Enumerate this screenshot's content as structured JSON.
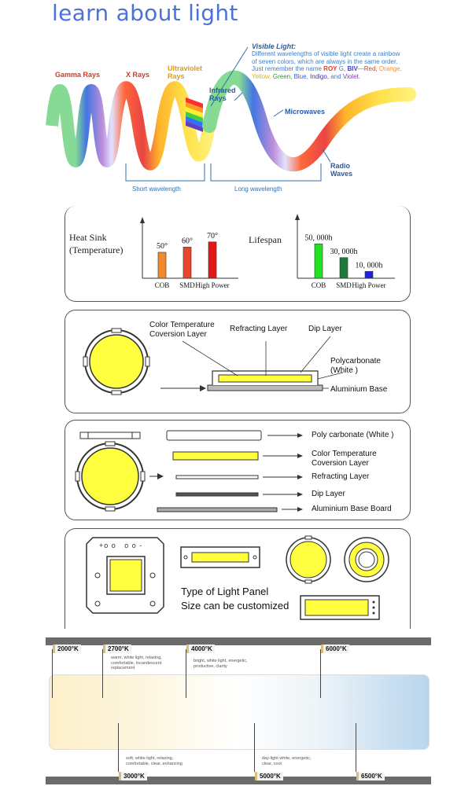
{
  "title": "learn about light",
  "spectrum": {
    "gamma": "Gamma Rays",
    "xray": "X Rays",
    "uv_line1": "Ultraviolet",
    "uv_line2": "Rays",
    "ir_line1": "Infrared",
    "ir_line2": "Rays",
    "micro": "Microwaves",
    "radio_line1": "Radio",
    "radio_line2": "Waves",
    "visible_title": "Visible Light:",
    "visible_desc_1": "Different wavelengths of visible light create a rainbow",
    "visible_desc_2": "of seven colors, which are always in the same order.",
    "visible_desc_3": "Just remember the name",
    "roy": "ROY",
    "g": "G,",
    "biv": "BIV",
    "dash": "—",
    "c_red": "Red,",
    "c_orange": "Orange,",
    "c_yellow": "Yellow,",
    "c_green": "Green,",
    "c_blue": "Blue,",
    "c_indigo": "Indigo,",
    "c_and": "and",
    "c_violet": "Violet.",
    "short_wl": "Short wavelength",
    "long_wl": "Long wavelength"
  },
  "comparison": {
    "heat_label_1": "Heat Sink",
    "heat_label_2": "(Temperature)",
    "life_label": "Lifespan"
  },
  "chart_data": [
    {
      "type": "bar",
      "title": "",
      "ylabel": "Heat Sink (Temperature)",
      "categories": [
        "COB",
        "SMD",
        "High Power"
      ],
      "values": [
        50,
        60,
        70
      ],
      "value_labels": [
        "50°",
        "60°",
        "70°"
      ],
      "colors": [
        "#f08a2a",
        "#e8452a",
        "#e01818"
      ],
      "ylim": [
        0,
        100
      ]
    },
    {
      "type": "bar",
      "title": "",
      "ylabel": "Lifespan",
      "categories": [
        "COB",
        "SMD",
        "High Power"
      ],
      "values": [
        50000,
        30000,
        10000
      ],
      "value_labels": [
        "50, 000h",
        "30, 000h",
        "10, 000h"
      ],
      "colors": [
        "#22e022",
        "#1e7a3a",
        "#2222dd"
      ],
      "ylim": [
        0,
        80000
      ]
    }
  ],
  "layers1": {
    "color_temp_1": "Color Temperature",
    "color_temp_2": "Coversion Layer",
    "refracting": "Refracting Layer",
    "dip": "Dip Layer",
    "poly_1": "Polycarbonate",
    "poly_2": "(White )",
    "alu": "Aluminium Base"
  },
  "layers2": {
    "poly": "Poly carbonate (White )",
    "color_temp_1": "Color Temperature",
    "color_temp_2": "Coversion Layer",
    "refracting": "Refracting Layer",
    "dip": "Dip Layer",
    "alu": "Aluminium Base Board"
  },
  "panel_types": {
    "line1": "Type of Light Panel",
    "line2": "Size can be customized",
    "pcb_marks": "+o o   o o -"
  },
  "color_temp": {
    "t2000": "2000°K",
    "t2700": "2700°K",
    "t4000": "4000°K",
    "t6000": "6000°K",
    "t3000": "3000°K",
    "t5000": "5000°K",
    "t6500": "6500°K",
    "d2700_1": "warm, white light, relaxing,",
    "d2700_2": "comfortable, incandescent",
    "d2700_3": "replacement",
    "d4000_1": "bright, white light, energetic,",
    "d4000_2": "productive, clarity",
    "d3000_1": "soft, white light, relaxing,",
    "d3000_2": "comfortable, clear, enhancing",
    "d5000_1": "day-light white, energetic,",
    "d5000_2": "clear, cool"
  },
  "colors": {
    "title_blue": "#4a72d8",
    "visible_blue": "#3a7fc8",
    "gamma_green": "#3a9a3a",
    "xray_red": "#d23a2a",
    "uv_orange": "#e09a18",
    "ir_blue": "#2a5aa8"
  }
}
